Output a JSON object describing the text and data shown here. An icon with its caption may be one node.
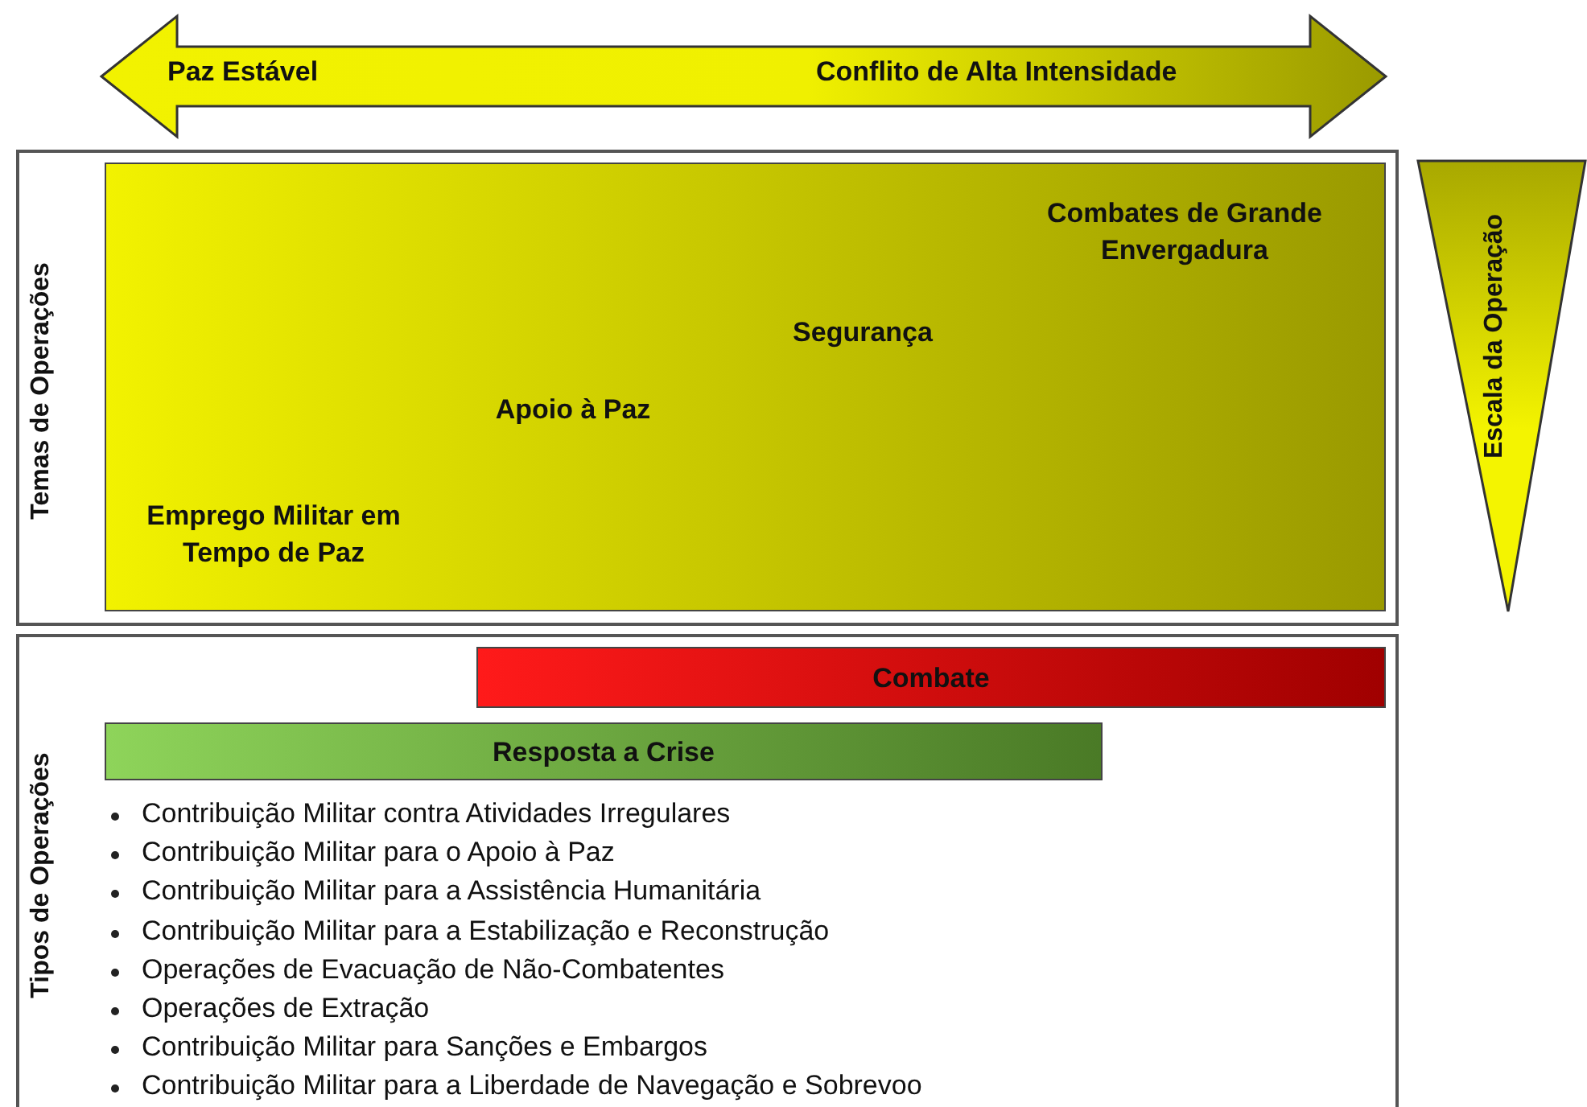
{
  "diagram": {
    "nodes": [
      {
        "text": [
          "Paz Estável",
          "Conflito de Alta Intensidade"
        ]
      },
      {
        "text": [
          "Temas de Operações"
        ]
      },
      {
        "text": [
          "Emprego Militar em Tempo de Paz",
          "Apoio à Paz",
          "Segurança",
          "Combates de Grande Envergadura"
        ],
        "in": 1
      },
      {
        "text": [
          "Escala da Operação"
        ]
      },
      {
        "text": [
          "Tipos de Operações",
          "Contribuição Militar contra Atividades Irregulares",
          "Contribuição Militar para o Apoio à Paz",
          "Contribuição Militar para a Assistência Humanitária",
          "Contribuição Militar para a Estabilização e Reconstrução",
          "Operações de Evacuação de Não-Combatentes",
          "Operações de Extração",
          "Contribuição Militar para Sanções e Embargos",
          "Contribuição Militar para a Liberdade de Navegação e Sobrevoo"
        ]
      },
      {
        "text": [
          "Combate"
        ],
        "in": 4
      },
      {
        "text": [
          "Resposta a Crise"
        ],
        "in": 4
      }
    ]
  }
}
